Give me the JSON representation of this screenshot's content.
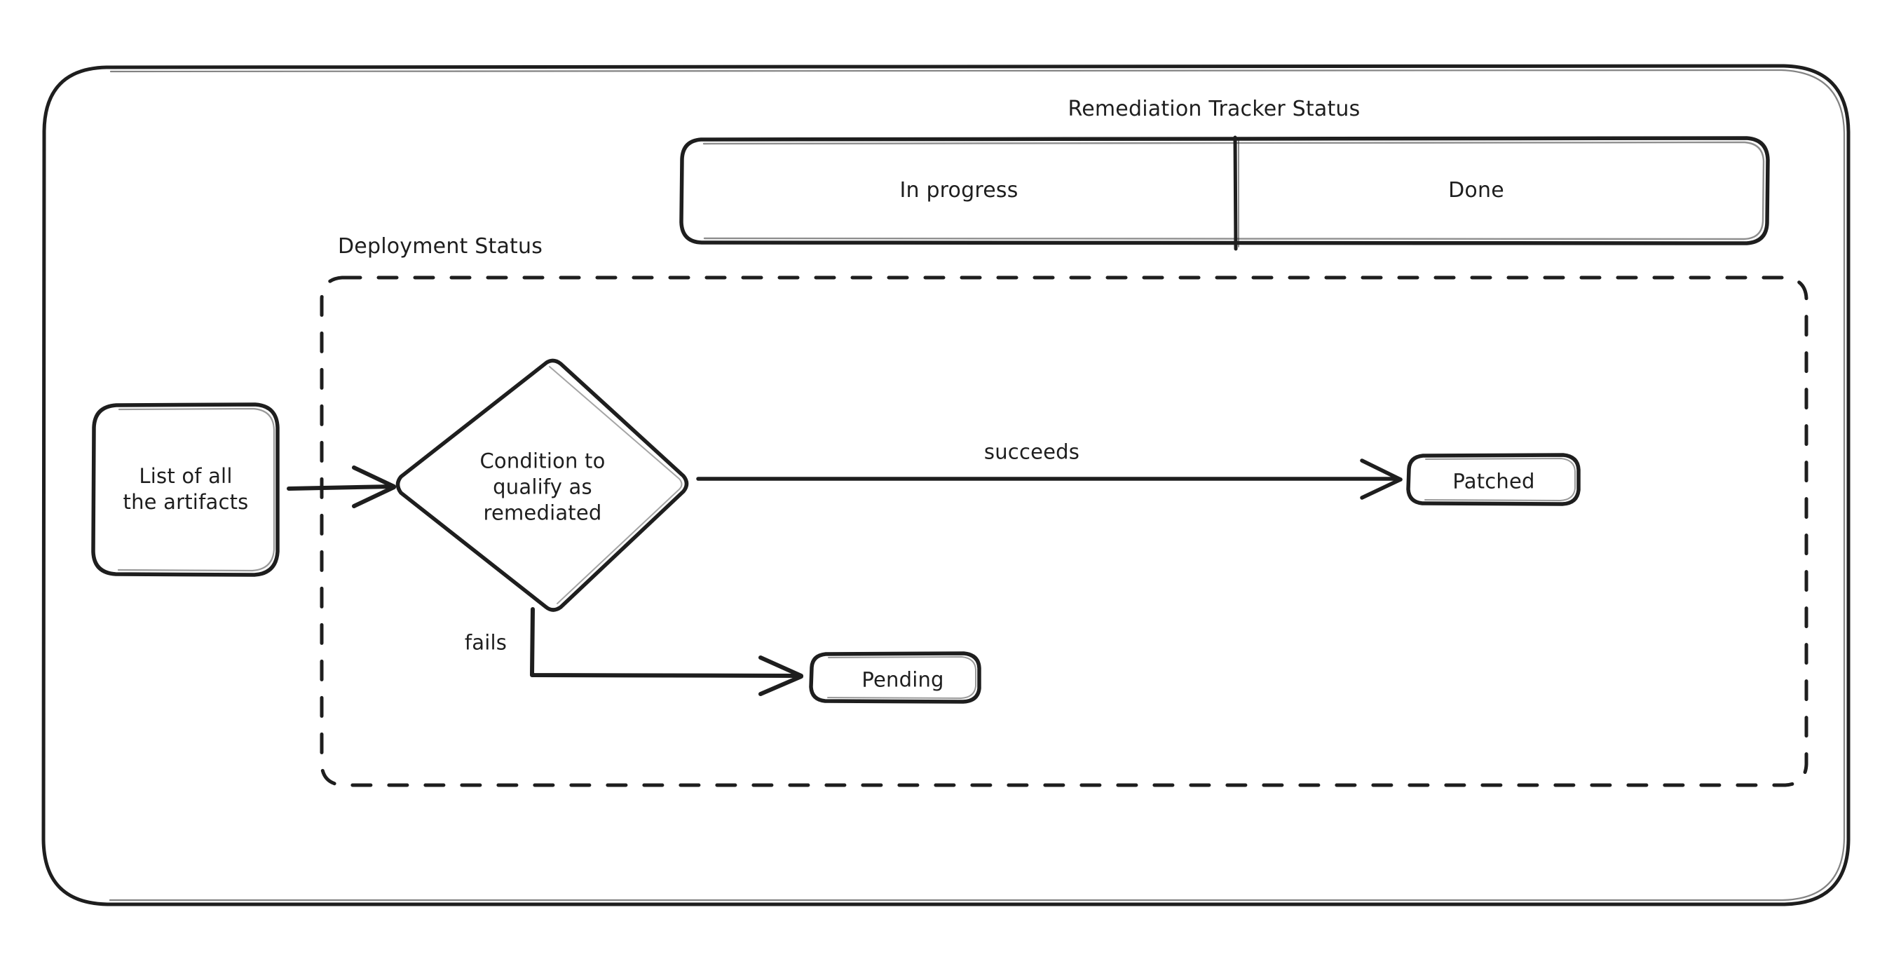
{
  "diagram": {
    "title_visible": false,
    "containers": {
      "outer": {
        "name": "outer-frame",
        "style": "solid-rounded"
      },
      "deployment_status": {
        "label": "Deployment Status",
        "style": "dashed-rounded"
      }
    },
    "tracker": {
      "label": "Remediation Tracker Status",
      "cells": [
        {
          "label": "In progress"
        },
        {
          "label": "Done"
        }
      ]
    },
    "nodes": [
      {
        "id": "artifacts",
        "label": "List of all\nthe artifacts",
        "shape": "rounded-rect"
      },
      {
        "id": "condition",
        "label": "Condition to\nqualify as\nremediated",
        "shape": "diamond"
      },
      {
        "id": "patched",
        "label": "Patched",
        "shape": "rounded-rect"
      },
      {
        "id": "pending",
        "label": "Pending",
        "shape": "rounded-rect"
      }
    ],
    "edges": [
      {
        "id": "artifacts-to-condition",
        "label": "",
        "from": "artifacts",
        "to": "condition"
      },
      {
        "id": "condition-to-patched",
        "label": "succeeds",
        "from": "condition",
        "to": "patched"
      },
      {
        "id": "condition-to-pending",
        "label": "fails",
        "from": "condition",
        "to": "pending"
      }
    ],
    "colors": {
      "stroke": "#1e1e1e",
      "background": "#ffffff"
    }
  }
}
